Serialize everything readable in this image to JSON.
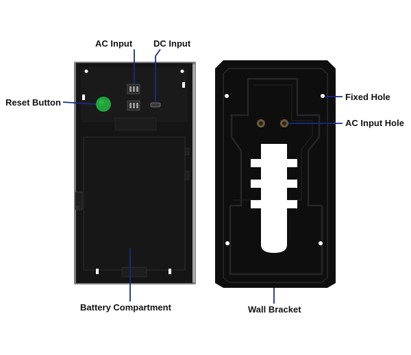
{
  "labels": {
    "ac_input": "AC Input",
    "dc_input": "DC Input",
    "reset_button": "Reset Button",
    "fixed_hole": "Fixed Hole",
    "ac_input_hole": "AC Input Hole",
    "battery_compartment": "Battery Compartment",
    "wall_bracket": "Wall Bracket"
  },
  "colors": {
    "device_body": "#111111",
    "device_frame": "#8a8a8a",
    "bracket_body": "#0d0d0d",
    "reset_button": "#1fa33a",
    "leader_line": "#1a2a8a",
    "label_text": "#111111"
  }
}
